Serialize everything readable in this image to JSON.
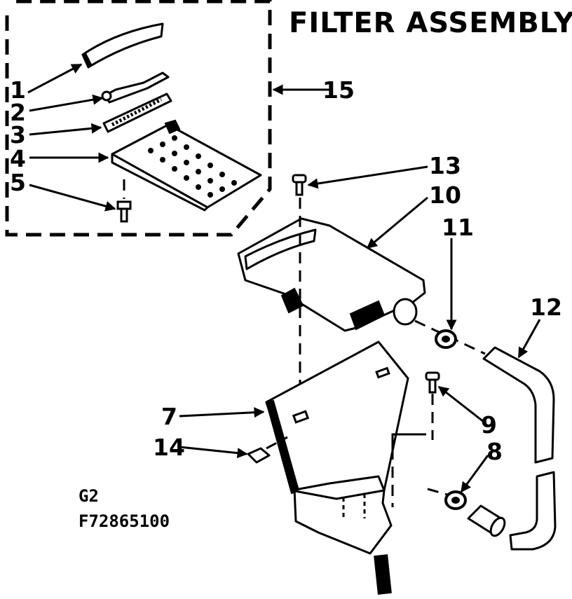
{
  "title": "FILTER ASSEMBLY",
  "callouts": {
    "c1": "1",
    "c2": "2",
    "c3": "3",
    "c4": "4",
    "c5": "5",
    "c7": "7",
    "c8": "8",
    "c9": "9",
    "c10": "10",
    "c11": "11",
    "c12": "12",
    "c13": "13",
    "c14": "14",
    "c15": "15"
  },
  "codes": {
    "group": "G2",
    "part_number": "F72865100"
  }
}
